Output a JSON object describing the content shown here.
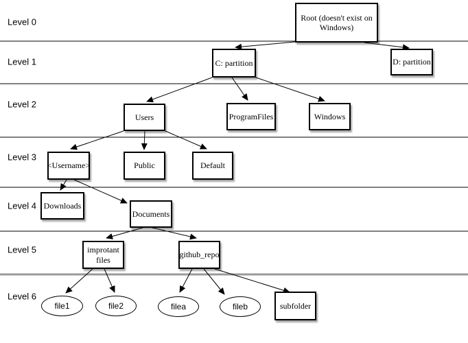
{
  "levels": [
    "Level 0",
    "Level 1",
    "Level 2",
    "Level 3",
    "Level 4",
    "Level 5",
    "Level 6"
  ],
  "nodes": {
    "root": {
      "label": "Root (doesn't exist on Windows)",
      "shape": "rectangle",
      "level": 0
    },
    "c_partition": {
      "label": "C: partition",
      "shape": "rectangle",
      "level": 1
    },
    "d_partition": {
      "label": "D: partition",
      "shape": "rectangle",
      "level": 1
    },
    "users": {
      "label": "Users",
      "shape": "rectangle",
      "level": 2
    },
    "program_files": {
      "label": "ProgramFiles",
      "shape": "rectangle",
      "level": 2
    },
    "windows": {
      "label": "Windows",
      "shape": "rectangle",
      "level": 2
    },
    "username": {
      "label": "<Username>",
      "shape": "rectangle",
      "level": 3
    },
    "public": {
      "label": "Public",
      "shape": "rectangle",
      "level": 3
    },
    "default": {
      "label": "Default",
      "shape": "rectangle",
      "level": 3
    },
    "downloads": {
      "label": "Downloads",
      "shape": "rectangle",
      "level": 4
    },
    "documents": {
      "label": "Documents",
      "shape": "rectangle",
      "level": 4
    },
    "important_files": {
      "label": "improtant files",
      "shape": "rectangle",
      "level": 5
    },
    "github_repo": {
      "label": "github_repo",
      "shape": "rectangle",
      "level": 5
    },
    "file1": {
      "label": "file1",
      "shape": "ellipse",
      "level": 6
    },
    "file2": {
      "label": "file2",
      "shape": "ellipse",
      "level": 6
    },
    "filea": {
      "label": "filea",
      "shape": "ellipse",
      "level": 6
    },
    "fileb": {
      "label": "fileb",
      "shape": "ellipse",
      "level": 6
    },
    "subfolder": {
      "label": "subfolder",
      "shape": "rectangle",
      "level": 6
    }
  },
  "edges": [
    {
      "from": "root",
      "to": "c_partition"
    },
    {
      "from": "root",
      "to": "d_partition"
    },
    {
      "from": "c_partition",
      "to": "users"
    },
    {
      "from": "c_partition",
      "to": "program_files"
    },
    {
      "from": "c_partition",
      "to": "windows"
    },
    {
      "from": "users",
      "to": "username"
    },
    {
      "from": "users",
      "to": "public"
    },
    {
      "from": "users",
      "to": "default"
    },
    {
      "from": "username",
      "to": "downloads"
    },
    {
      "from": "username",
      "to": "documents"
    },
    {
      "from": "documents",
      "to": "important_files"
    },
    {
      "from": "documents",
      "to": "github_repo"
    },
    {
      "from": "important_files",
      "to": "file1"
    },
    {
      "from": "important_files",
      "to": "file2"
    },
    {
      "from": "github_repo",
      "to": "filea"
    },
    {
      "from": "github_repo",
      "to": "fileb"
    },
    {
      "from": "github_repo",
      "to": "subfolder"
    }
  ],
  "colors": {
    "node_border": "#000000",
    "edge": "#000000",
    "divider": "#000000",
    "thick_divider": "#999999",
    "background": "#ffffff"
  }
}
